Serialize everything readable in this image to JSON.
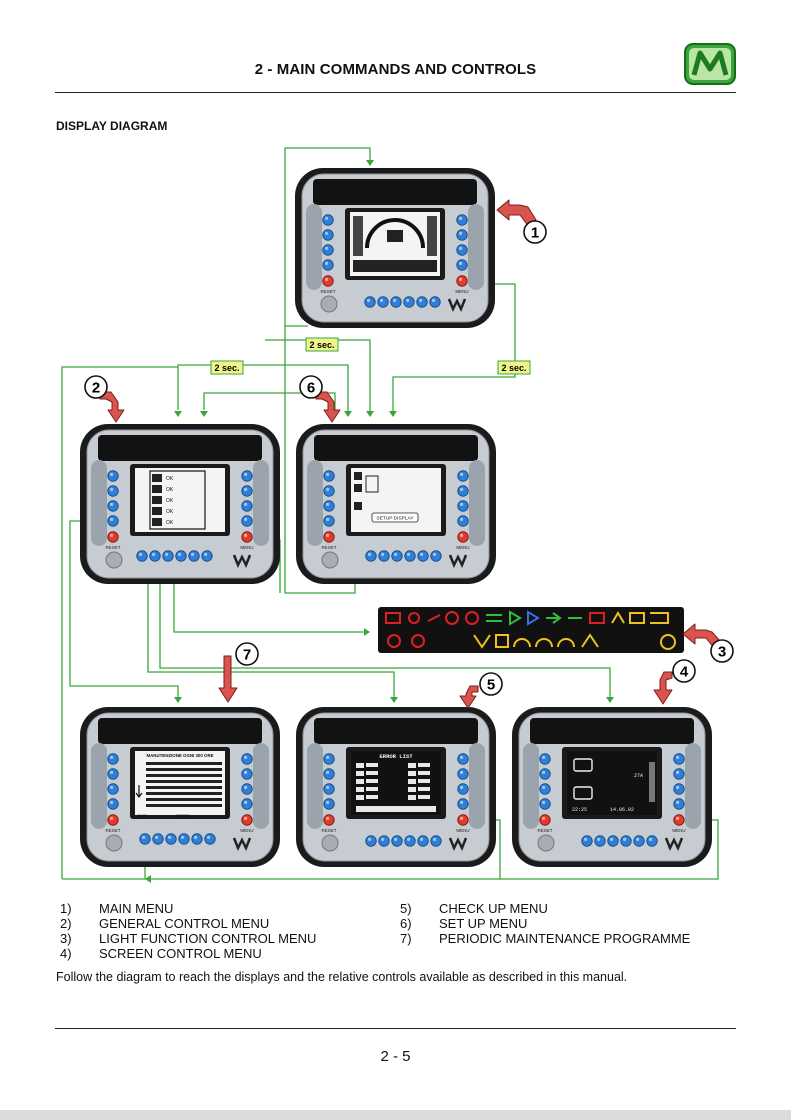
{
  "header": {
    "title": "2 - MAIN COMMANDS AND CONTROLS"
  },
  "section": {
    "title": "DISPLAY DIAGRAM"
  },
  "diagram": {
    "callouts": [
      "1",
      "2",
      "3",
      "4",
      "5",
      "6",
      "7"
    ],
    "hold_labels": [
      "2 sec.",
      "2 sec.",
      "2 sec."
    ],
    "button_labels": {
      "reset": "RESET",
      "menu": "MENU"
    },
    "screens": {
      "general_control": {
        "rows": [
          "OK",
          "OK",
          "OK",
          "OK",
          "OK"
        ]
      },
      "setup": {
        "title": "SETUP DISPLAY"
      },
      "maintenance": {
        "title": "MANUTENZIONE OGNI 300 ORE",
        "footer": [
          "EXIT",
          "RESET"
        ]
      },
      "error_list": {
        "title": "ERROR LIST"
      },
      "screen_control": {
        "time": "22:25",
        "date": "14.06.02",
        "value": "27A"
      }
    }
  },
  "colors": {
    "connector": "#3aa63a",
    "callout_arrow": "#d9534f",
    "label_bg": "#f1f48a",
    "logo_green": "#3aa63a"
  },
  "legend": {
    "left": [
      {
        "num": "1)",
        "label": "MAIN MENU"
      },
      {
        "num": "2)",
        "label": "GENERAL CONTROL MENU"
      },
      {
        "num": "3)",
        "label": "LIGHT FUNCTION CONTROL MENU"
      },
      {
        "num": "4)",
        "label": "SCREEN CONTROL MENU"
      }
    ],
    "right": [
      {
        "num": "5)",
        "label": "CHECK UP MENU"
      },
      {
        "num": "6)",
        "label": "SET UP MENU"
      },
      {
        "num": "7)",
        "label": "PERIODIC MAINTENANCE PROGRAMME"
      }
    ]
  },
  "note": "Follow the diagram to reach the displays and the relative controls available as described in this manual.",
  "footer": {
    "page": "2 - 5"
  }
}
